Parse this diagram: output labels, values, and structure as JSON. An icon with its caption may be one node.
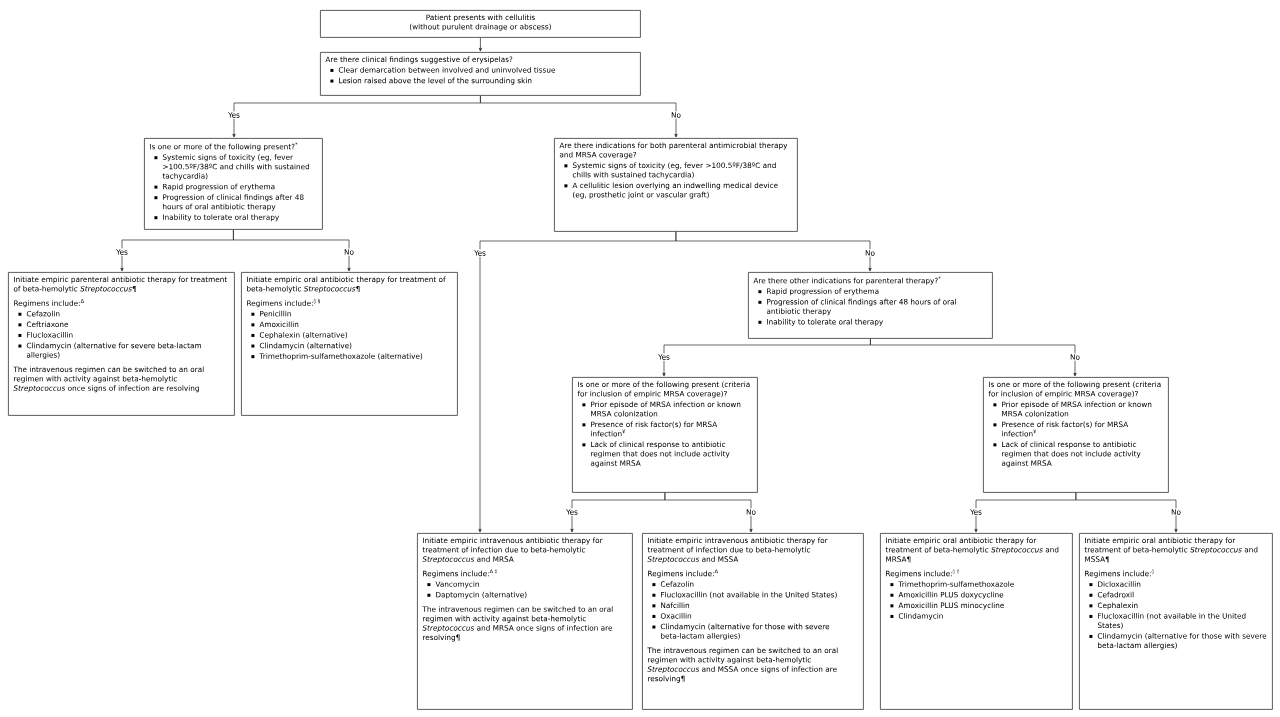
{
  "diagram": {
    "nodes": [
      {
        "text": [
          "Patient presents with cellulitis",
          "(without purulent drainage or abscess)"
        ]
      },
      {
        "text": [
          "Are there clinical findings suggestive of erysipelas?",
          "Clear demarcation between involved and uninvolved tissue",
          "Lesion raised above the level of the surrounding skin"
        ]
      },
      {
        "text": [
          "Is one or more of the following present?$^{*}$",
          "Systemic signs of toxicity (eg, fever >100.5ºF/38ºC and chills with sustained tachycardia)",
          "Rapid progression of erythema",
          "Progression of clinical findings after 48 hours of oral antibiotic therapy",
          "Inability to tolerate oral therapy"
        ]
      },
      {
        "text": [
          "Are there indications for both parenteral antimicrobial therapy and MRSA coverage?",
          "Systemic signs of toxicity (eg, fever >100.5ºF/38ºC and chills with sustained tachycardia)",
          "A cellulitic lesion overlying an indwelling medical device (eg, prosthetic joint or vascular graft)"
        ]
      },
      {
        "text": [
          "Initiate empiric parenteral antibiotic therapy for treatment of beta-hemolytic *Streptococcus*¶",
          "Regimens include:$^{Δ}$",
          "Cefazolin",
          "Ceftriaxone",
          "Flucloxacillin",
          "Clindamycin (alternative for severe beta-lactam allergies)",
          "The intravenous regimen can be switched to an oral regimen with activity against beta-hemolytic *Streptococcus* once signs of infection are resolving"
        ]
      },
      {
        "text": [
          "Initiate empiric oral antibiotic therapy for treatment of beta-hemolytic *Streptococcus*¶",
          "Regimens include:$^{◊ §}$",
          "Penicillin",
          "Amoxicillin",
          "Cephalexin (alternative)",
          "Clindamycin (alternative)",
          "Trimethoprim-sulfamethoxazole (alternative)"
        ]
      },
      {
        "text": [
          "Are there other indications for parenteral therapy?$^{*}$",
          "Rapid progression of erythema",
          "Progression of clinical findings after 48 hours of oral antibiotic therapy",
          "Inability to tolerate oral therapy"
        ]
      },
      {
        "text": [
          "Is one or more of the following present (criteria for inclusion of empiric MRSA coverage)?",
          "Prior episode of MRSA infection or known MRSA colonization",
          "Presence of risk factor(s) for MRSA infection$^{¥}$",
          "Lack of clinical response to antibiotic regimen that does not include activity against MRSA"
        ]
      },
      {
        "text": [
          "Is one or more of the following present (criteria for inclusion of empiric MRSA coverage)?",
          "Prior episode of MRSA infection or known MRSA colonization",
          "Presence of risk factor(s) for MRSA infection$^{¥}$",
          "Lack of clinical response to antibiotic regimen that does not include activity against MRSA"
        ]
      },
      {
        "text": [
          "Initiate empiric intravenous antibiotic therapy for treatment of infection due to beta-hemolytic *Streptococcus* and MRSA",
          "Regimens include:$^{Δ ‡}$",
          "Vancomycin",
          "Daptomycin (alternative)",
          "The intravenous regimen can be switched to an oral regimen with activity against beta-hemolytic *Streptococcus* and MRSA once signs of infection are resolving¶"
        ]
      },
      {
        "text": [
          "Initiate empiric intravenous antibiotic therapy for treatment of infection due to beta-hemolytic *Streptococcus* and MSSA",
          "Regimens include:$^{Δ}$",
          "Cefazolin",
          "Flucloxacillin (not available in the United States)",
          "Nafcillin",
          "Oxacillin",
          "Clindamycin (alternative for those with severe beta-lactam allergies)",
          "The intravenous regimen can be switched to an oral regimen with activity against beta-hemolytic *Streptococcus* and MSSA once signs of infection are resolving¶"
        ]
      },
      {
        "text": [
          "Initiate empiric oral antibiotic therapy for treatment of beta-hemolytic *Streptococcus* and MRSA¶",
          "Regimens include:$^{◊ †}$",
          "Trimethoprim-sulfamethoxazole",
          "Amoxicillin PLUS doxycycline",
          "Amoxicillin PLUS minocycline",
          "Clindamycin"
        ]
      },
      {
        "text": [
          "Initiate empiric oral antibiotic therapy for treatment of beta-hemolytic *Streptococcus* and MSSA¶",
          "Regimens include:$^{◊}$",
          "Dicloxacillin",
          "Cefadroxil",
          "Cephalexin",
          "Flucloxacillin (not available in the United States)",
          "Clindamycin (alternative for those with severe beta-lactam allergies)"
        ]
      }
    ],
    "edges": [
      {
        "from": 0,
        "to": 1,
        "arrow": "to"
      },
      {
        "from": 1,
        "to": 2,
        "arrow": "to",
        "label": "Yes"
      },
      {
        "from": 1,
        "to": 3,
        "arrow": "to",
        "label": "No"
      },
      {
        "from": 2,
        "to": 4,
        "arrow": "to",
        "label": "Yes"
      },
      {
        "from": 2,
        "to": 5,
        "arrow": "to",
        "label": "No"
      },
      {
        "from": 3,
        "to": 9,
        "arrow": "to",
        "label": "Yes"
      },
      {
        "from": 3,
        "to": 6,
        "arrow": "to",
        "label": "No"
      },
      {
        "from": 6,
        "to": 7,
        "arrow": "to",
        "label": "Yes"
      },
      {
        "from": 6,
        "to": 8,
        "arrow": "to",
        "label": "No"
      },
      {
        "from": 7,
        "to": 9,
        "arrow": "to",
        "label": "Yes"
      },
      {
        "from": 7,
        "to": 10,
        "arrow": "to",
        "label": "No"
      },
      {
        "from": 8,
        "to": 11,
        "arrow": "to",
        "label": "Yes"
      },
      {
        "from": 8,
        "to": 12,
        "arrow": "to",
        "label": "No"
      }
    ]
  }
}
